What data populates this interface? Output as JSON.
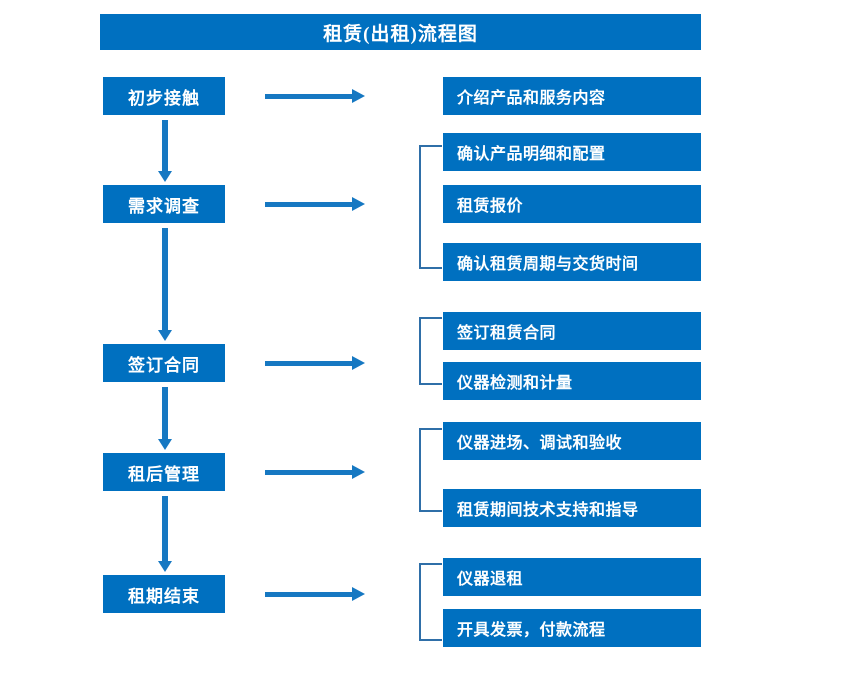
{
  "diagram": {
    "title": "租赁(出租)流程图",
    "accent_color": "#0070c0",
    "arrow_color": "#1678c2",
    "bracket_color": "#2f6fa8",
    "text_color": "#ffffff"
  },
  "stages": [
    {
      "label": "初步接触"
    },
    {
      "label": "需求调查"
    },
    {
      "label": "签订合同"
    },
    {
      "label": "租后管理"
    },
    {
      "label": "租期结束"
    }
  ],
  "details": [
    {
      "label": "介绍产品和服务内容"
    },
    {
      "label": "确认产品明细和配置"
    },
    {
      "label": "租赁报价"
    },
    {
      "label": "确认租赁周期与交货时间"
    },
    {
      "label": "签订租赁合同"
    },
    {
      "label": "仪器检测和计量"
    },
    {
      "label": "仪器进场、调试和验收"
    },
    {
      "label": "租赁期间技术支持和指导"
    },
    {
      "label": "仪器退租"
    },
    {
      "label": "开具发票，付款流程"
    }
  ]
}
